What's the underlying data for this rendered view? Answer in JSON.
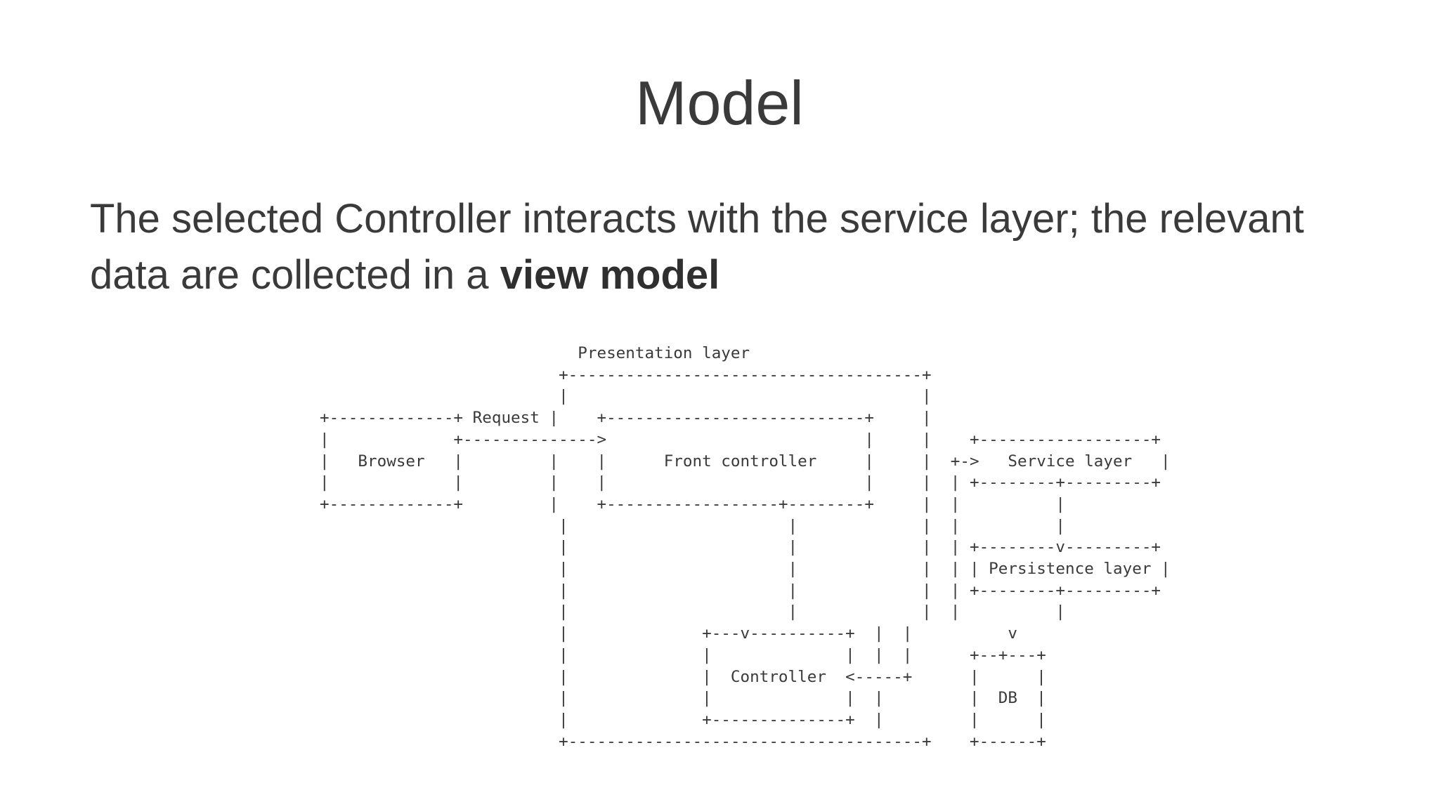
{
  "slide": {
    "title": "Model",
    "body_text": "The selected Controller interacts with the service layer; the relevant data are collected in a ",
    "body_emphasis": "view model"
  },
  "diagram": {
    "ascii": "                           Presentation layer\n                         +-------------------------------------+\n                         |                                     |\n+-------------+ Request |    +---------------------------+     |\n|             +-------------->                           |     |    +------------------+\n|   Browser   |         |    |      Front controller     |     |  +->   Service layer   |\n|             |         |    |                           |     |  | +--------+---------+\n+-------------+         |    +------------------+--------+     |  |          |\n                         |                       |             |  |          |\n                         |                       |             |  | +--------v---------+\n                         |                       |             |  | | Persistence layer |\n                         |                       |             |  | +--------+---------+\n                         |                       |             |  |          |\n                         |              +---v----------+  |  |          v\n                         |              |              |  |  |      +--+---+\n                         |              |  Controller  <-----+      |      |\n                         |              |              |  |         |  DB  |\n                         |              +--------------+  |         |      |\n                         +-------------------------------------+    +------+",
    "labels": [
      "Presentation layer",
      "Request",
      "Browser",
      "Front controller",
      "Service layer",
      "Persistence layer",
      "Controller",
      "DB"
    ]
  }
}
